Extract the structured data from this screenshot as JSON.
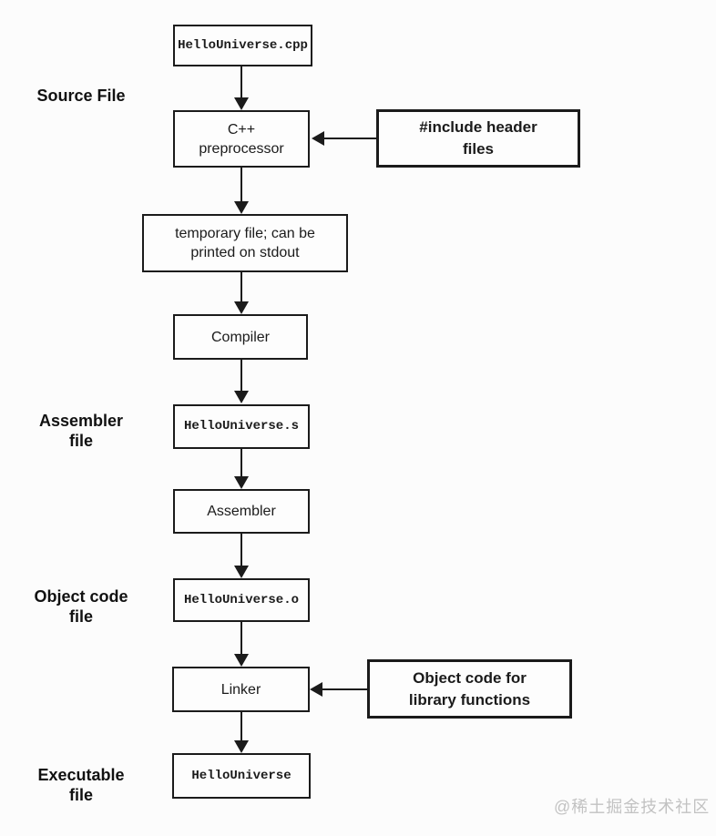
{
  "colors": {
    "line": "#1b1b1b",
    "background": "#fcfcfc",
    "node_fill": "#fdfdfd",
    "watermark": "#c2c2c2"
  },
  "side_labels": {
    "source_file": "Source File",
    "assembler_file": "Assembler\nfile",
    "object_code_file": "Object code\nfile",
    "executable_file": "Executable\nfile"
  },
  "flow_nodes": {
    "source": "HelloUniverse.cpp",
    "preprocessor": "C++\npreprocessor",
    "temp_file": "temporary file; can be\nprinted on stdout",
    "compiler": "Compiler",
    "assembly_file": "HelloUniverse.s",
    "assembler": "Assembler",
    "object_file": "HelloUniverse.o",
    "linker": "Linker",
    "executable": "HelloUniverse"
  },
  "input_nodes": {
    "header_files": "#include header\nfiles",
    "library_objects": "Object code for\nlibrary functions"
  },
  "watermark": "@稀土掘金技术社区"
}
